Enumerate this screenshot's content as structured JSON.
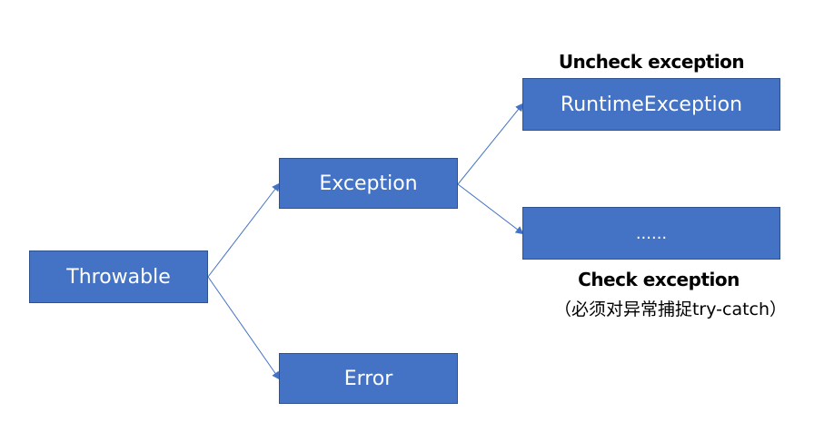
{
  "nodes": {
    "throwable": "Throwable",
    "exception": "Exception",
    "error": "Error",
    "runtime_exception": "RuntimeException",
    "other_exceptions": "......"
  },
  "labels": {
    "unchecked": "Uncheck exception",
    "checked": "Check exception",
    "checked_note": "（必须对异常捕捉try-catch）"
  },
  "edges": [
    {
      "from": "Throwable",
      "to": "Exception"
    },
    {
      "from": "Throwable",
      "to": "Error"
    },
    {
      "from": "Exception",
      "to": "RuntimeException"
    },
    {
      "from": "Exception",
      "to": "......"
    }
  ],
  "colors": {
    "box_fill": "#4472c4",
    "box_border": "#2f528f",
    "box_text": "#ffffff",
    "arrow": "#4472c4",
    "label_text": "#000000"
  }
}
